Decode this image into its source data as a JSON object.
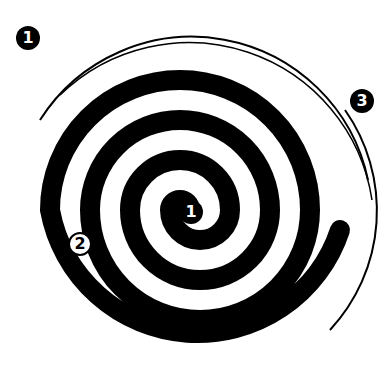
{
  "diagram": {
    "labels": [
      "1",
      "1",
      "2",
      "3"
    ]
  }
}
